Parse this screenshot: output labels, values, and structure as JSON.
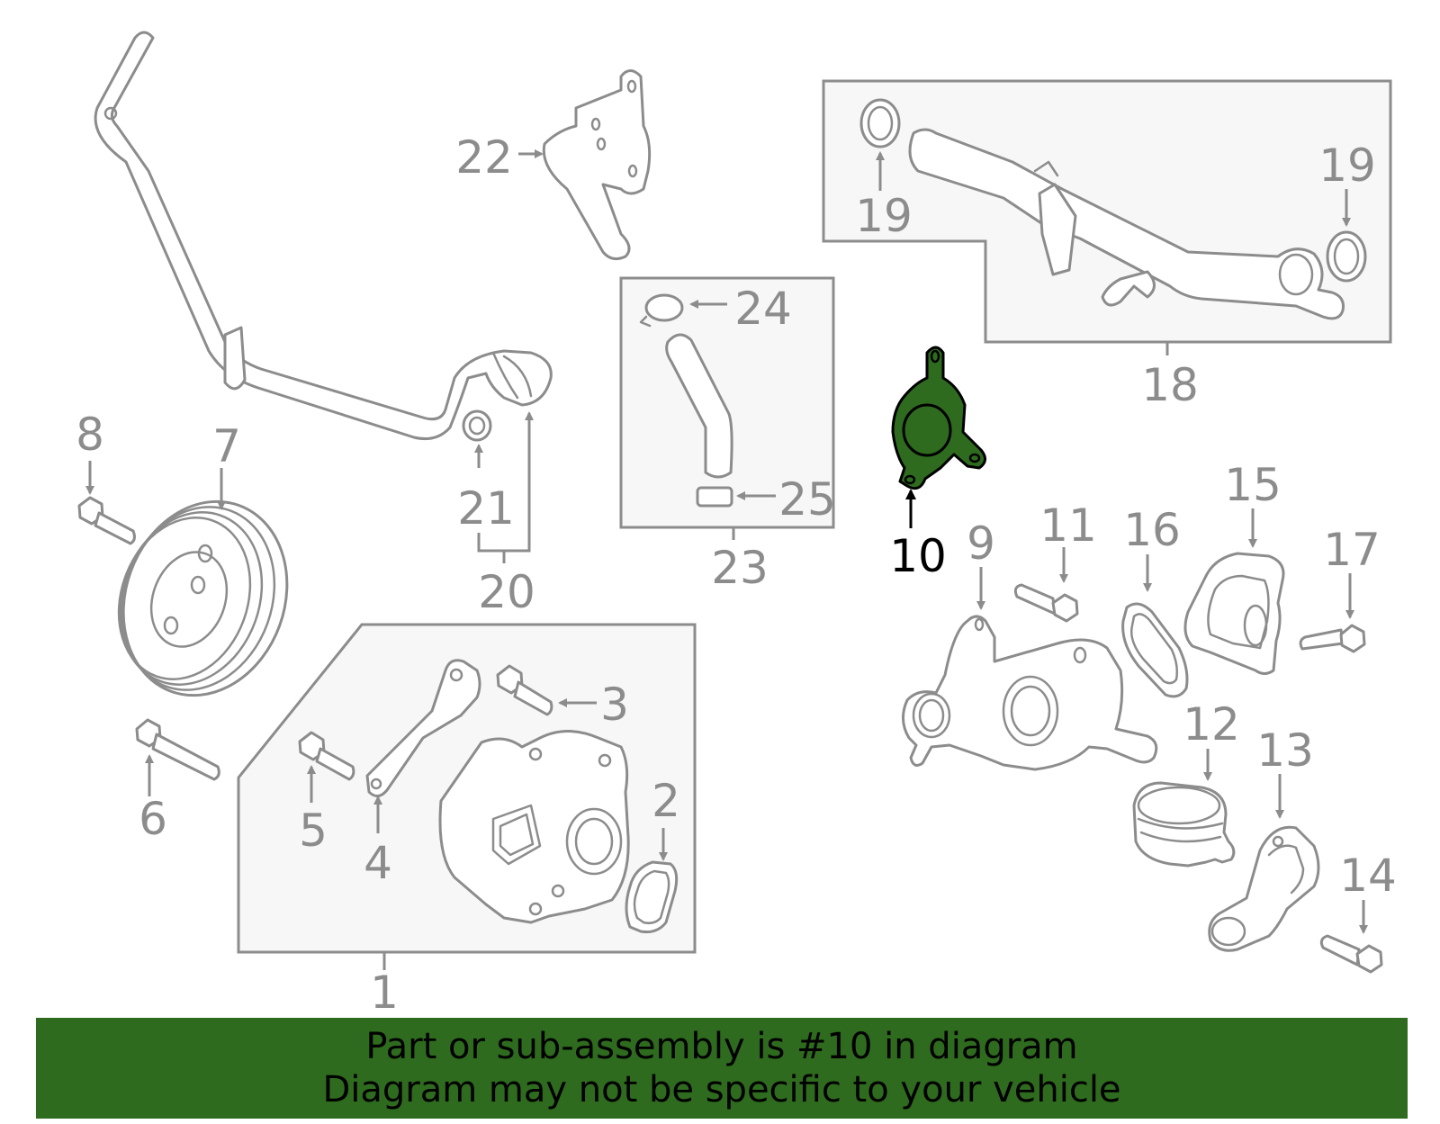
{
  "highlight_color": "#2e6b1e",
  "highlighted_part": "10",
  "callouts": {
    "c1": "1",
    "c2": "2",
    "c3": "3",
    "c4": "4",
    "c5": "5",
    "c6": "6",
    "c7": "7",
    "c8": "8",
    "c9": "9",
    "c10": "10",
    "c11": "11",
    "c12": "12",
    "c13": "13",
    "c14": "14",
    "c15": "15",
    "c16": "16",
    "c17": "17",
    "c18": "18",
    "c19a": "19",
    "c19b": "19",
    "c20": "20",
    "c21": "21",
    "c22": "22",
    "c23": "23",
    "c24": "24",
    "c25": "25"
  },
  "banner": {
    "line1": "Part or sub-assembly is #10 in diagram",
    "line2": "Diagram may not be specific to your vehicle"
  }
}
